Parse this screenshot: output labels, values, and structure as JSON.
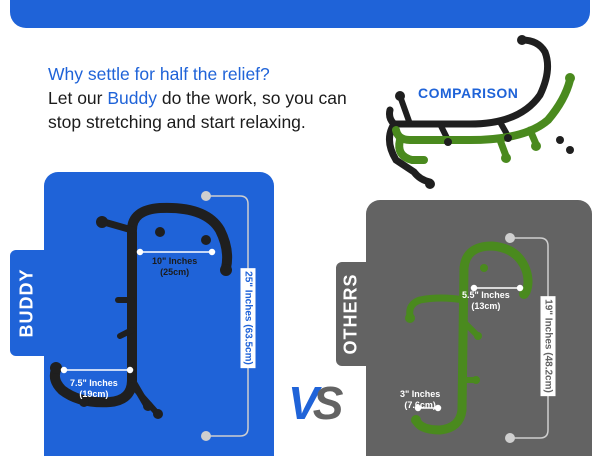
{
  "headline": {
    "question": "Why settle for half the relief?",
    "line_prefix": "Let our ",
    "brand": "Buddy",
    "line_suffix": " do the work, so you can stop stretching and start relaxing."
  },
  "comparison_label": "COMPARISON",
  "buddy": {
    "label": "BUDDY",
    "width_top": {
      "line1": "10\" Inches",
      "line2": "(25cm)"
    },
    "width_bottom": {
      "line1": "7.5\" Inches",
      "line2": "(19cm)"
    },
    "height": "25\" Inches (63.5cm)"
  },
  "others": {
    "label": "OTHERS",
    "width_top": {
      "line1": "5.5\" Inches",
      "line2": "(13cm)"
    },
    "width_bottom": {
      "line1": "3\" Inches",
      "line2": "(7.6cm)"
    },
    "height": "19\" Inches (48.2cm)"
  },
  "vs": {
    "v": "V",
    "s": "S"
  },
  "colors": {
    "brand_blue": "#1f63d8",
    "others_gray": "#636363",
    "green": "#4a8a1e",
    "black": "#1f1f1f"
  },
  "icons": [
    "buddy-massager-icon",
    "others-massager-icon",
    "comparison-overlay-icon"
  ]
}
